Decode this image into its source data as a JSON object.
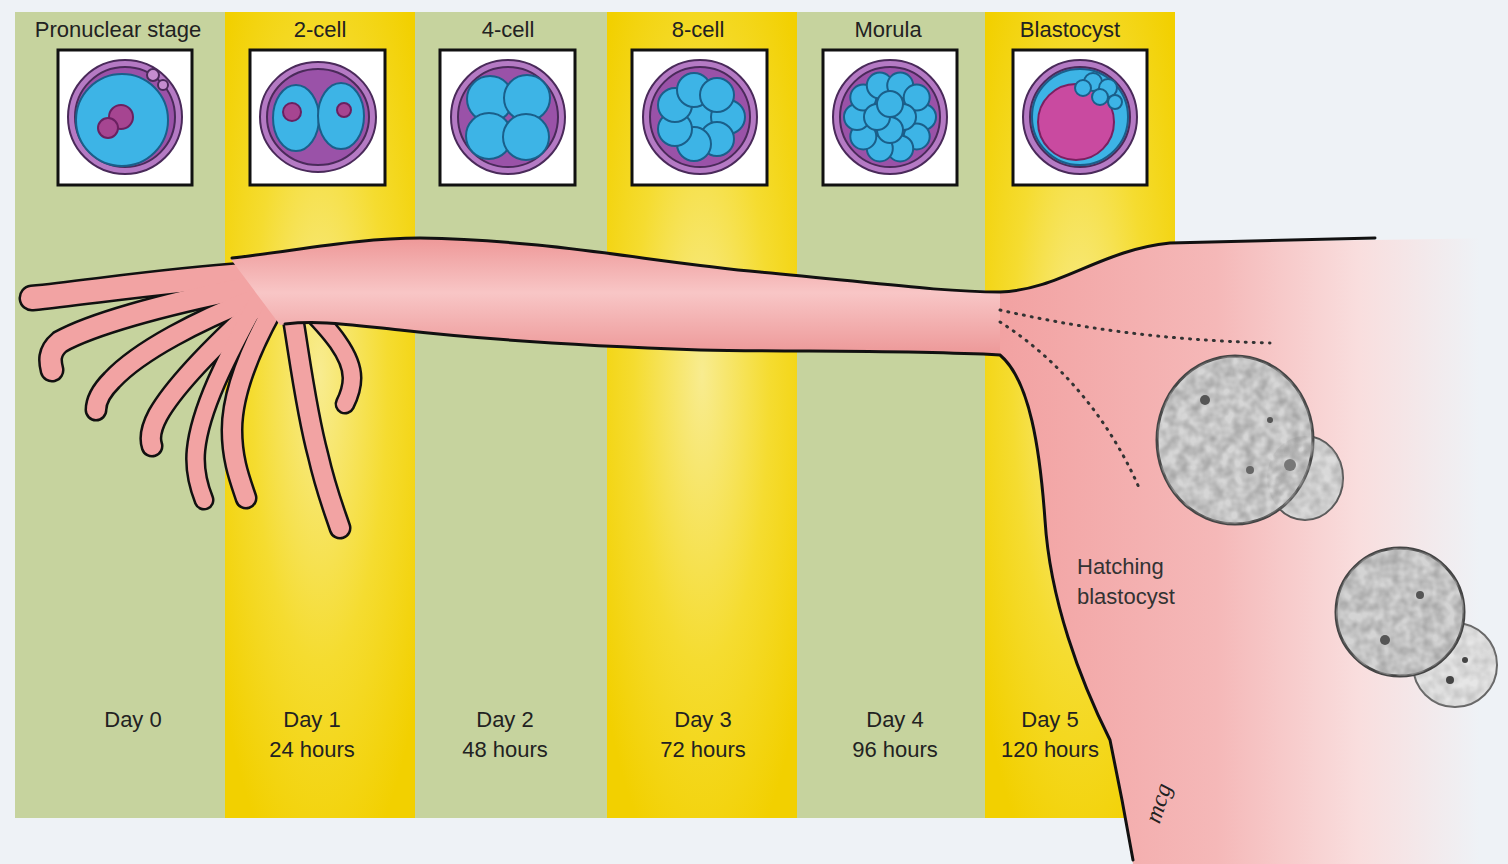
{
  "diagram": {
    "nodes": [
      {
        "text": [
          "Pronuclear stage",
          "Day 0"
        ]
      },
      {
        "text": [
          "2-cell",
          "Day 1",
          "24 hours"
        ]
      },
      {
        "text": [
          "4-cell",
          "Day 2",
          "48 hours"
        ]
      },
      {
        "text": [
          "8-cell",
          "Day 3",
          "72 hours"
        ]
      },
      {
        "text": [
          "Morula",
          "Day 4",
          "96 hours"
        ]
      },
      {
        "text": [
          "Blastocyst",
          "Day 5",
          "120 hours"
        ]
      }
    ],
    "labels": [
      "Hatching blastocyst",
      "mcg"
    ]
  }
}
